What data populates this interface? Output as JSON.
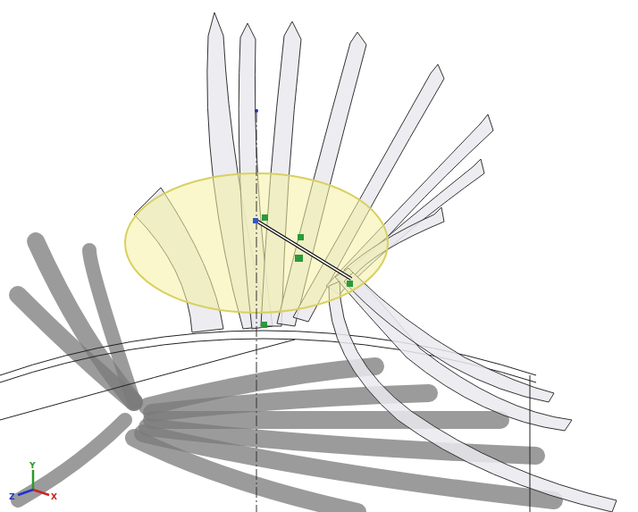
{
  "diagram": {
    "labels": [
      "Y",
      "Z",
      "X"
    ]
  }
}
